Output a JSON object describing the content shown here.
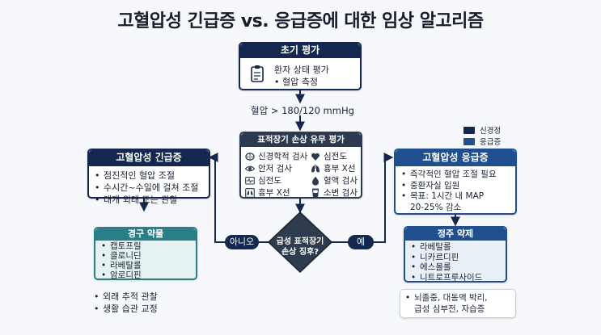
{
  "title": "고혈압성 긴급증 vs. 응급증에 대한 임상 알고리즘",
  "initial": {
    "header": "초기 평가",
    "line1": "환자 상태 평가",
    "line2": "• 혈압 측정",
    "icon": "clipboard-icon"
  },
  "bp_label": "혈압 > 180/120 mmHg",
  "organ": {
    "header": "표적장기 손상 유무 평가",
    "items": [
      {
        "label": "신경학적 검사",
        "icon": "brain-icon"
      },
      {
        "label": "심전도",
        "icon": "heart-icon"
      },
      {
        "label": "안저 검사",
        "icon": "eye-icon"
      },
      {
        "label": "흉부 X선",
        "icon": "lungs-icon"
      },
      {
        "label": "심전도",
        "icon": "ecg-monitor-icon"
      },
      {
        "label": "혈액 검사",
        "icon": "blood-drop-icon"
      },
      {
        "label": "흉부 X선",
        "icon": "xray-icon"
      },
      {
        "label": "소변 검사",
        "icon": "urine-cup-icon"
      }
    ]
  },
  "legend": [
    {
      "label": "신경정",
      "color": "#14274e"
    },
    {
      "label": "응급증",
      "color": "#1f4f8f"
    }
  ],
  "decision": {
    "line1": "급성 표적장기",
    "line2": "손상 징후?",
    "no": "아니오",
    "yes": "예"
  },
  "urgency": {
    "header": "고혈압성 긴급증",
    "items": [
      "점진적인 혈압 조절",
      "수시간~수일에 걸쳐 조절",
      "대개 외래 또는 관찰"
    ],
    "drugs": {
      "header": "경구 약물",
      "items": [
        "캡토프릴",
        "클로니딘",
        "라베탈롤",
        "암로디핀"
      ]
    },
    "followup": [
      "외래 추적 관찰",
      "생활 습관 교정"
    ]
  },
  "emergency": {
    "header": "고혈압성 응급증",
    "items": [
      "즉각적인 혈압 조절 필요",
      "중환자실 입원",
      "목표: 1시간 내 MAP",
      "20-25% 감소"
    ],
    "drugs": {
      "header": "정주 약제",
      "items": [
        "라베탈롤",
        "니카르디핀",
        "에스몰롤",
        "니트로프루사이드"
      ]
    },
    "complications": [
      "뇌졸중, 대동맥 박리,",
      "급성 심부전, 자습증"
    ]
  }
}
